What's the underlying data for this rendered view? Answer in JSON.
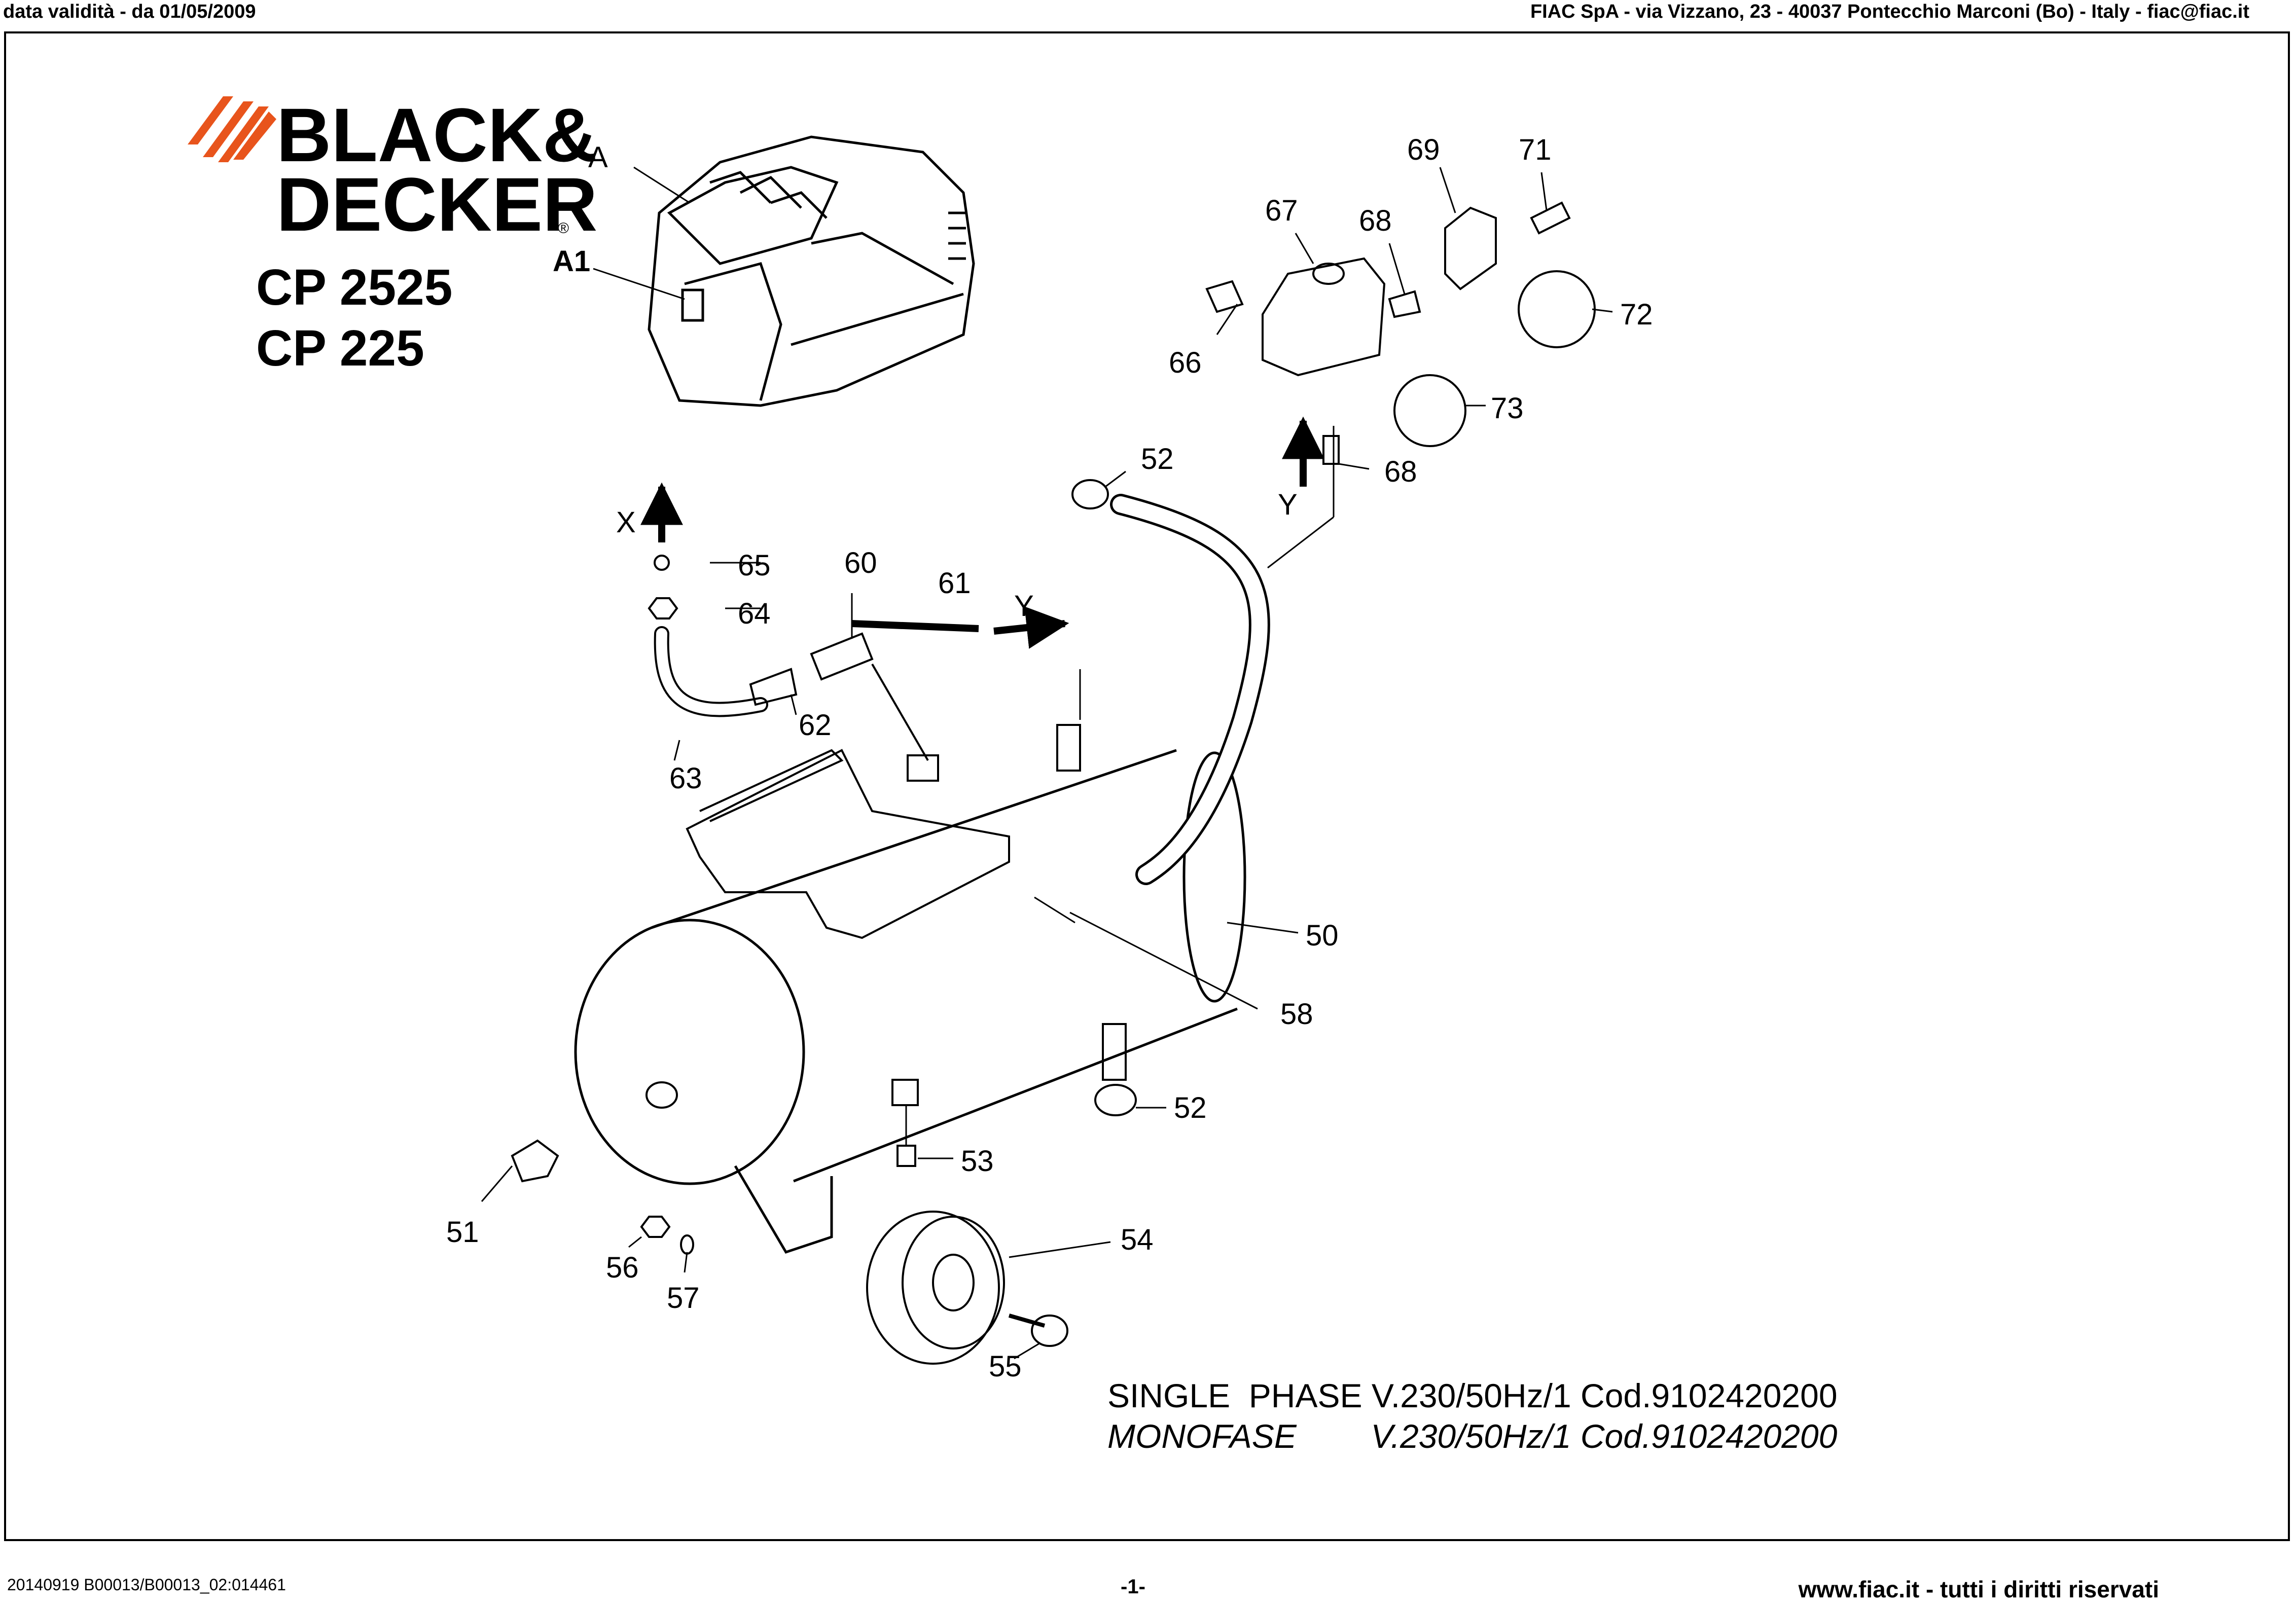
{
  "header": {
    "validity": "data validità - da 01/05/2009",
    "company": "FIAC SpA - via Vizzano, 23 - 40037 Pontecchio Marconi (Bo) - Italy - fiac@fiac.it"
  },
  "brand": {
    "line1": "BLACK&",
    "line2": "DECKER",
    "mark": "®",
    "accent": "#e8541c"
  },
  "models": [
    "CP 2525",
    "CP 225"
  ],
  "labels": {
    "A": "A",
    "A1": "A1",
    "X": "X",
    "Y1": "Y",
    "Y2": "Y",
    "p50": "50",
    "p51": "51",
    "p52a": "52",
    "p52b": "52",
    "p53": "53",
    "p54": "54",
    "p55": "55",
    "p56": "56",
    "p57": "57",
    "p58": "58",
    "p60": "60",
    "p61": "61",
    "p62": "62",
    "p63": "63",
    "p64": "64",
    "p65": "65",
    "p66": "66",
    "p67": "67",
    "p68a": "68",
    "p68b": "68",
    "p69": "69",
    "p71": "71",
    "p72": "72",
    "p73": "73"
  },
  "spec": {
    "line1": "SINGLE  PHASE V.230/50Hz/1 Cod.9102420200",
    "line2": "MONOFASE        V.230/50Hz/1 Cod.9102420200"
  },
  "footer": {
    "code": "20140919 B00013/B00013_02:014461",
    "page": "-1-",
    "site": "www.fiac.it - tutti i diritti riservati"
  }
}
